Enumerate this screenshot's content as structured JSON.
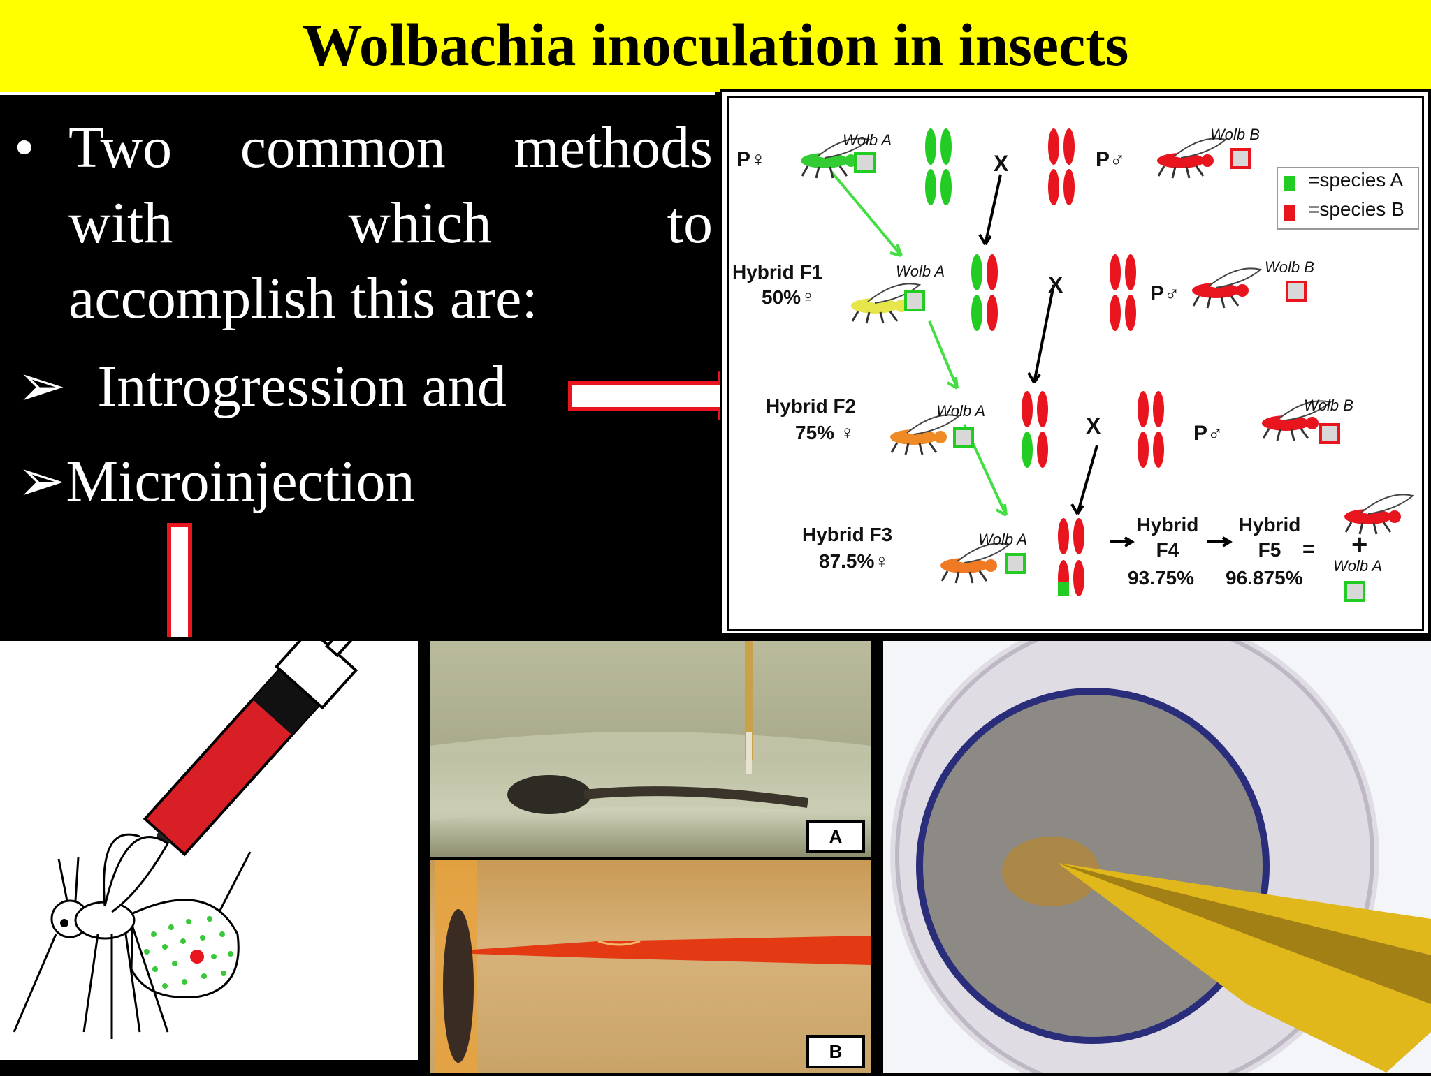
{
  "slide": {
    "title": "Wolbachia inoculation in insects",
    "bullets": {
      "p1_bullet": "•",
      "p1_line1_words": [
        "Two",
        "common",
        "methods"
      ],
      "p1_line2_words": [
        "with",
        "which",
        "to"
      ],
      "p1_line3": "accomplish this are:",
      "p2_marker": "➢",
      "p2_text": "Introgression and",
      "p3_marker": "➢",
      "p3_text": "Microinjection"
    }
  },
  "diagram": {
    "p_female": "P♀",
    "p_male": "P♂",
    "wolb_a": "Wolb A",
    "wolb_b": "Wolb B",
    "cross": "X",
    "legend": [
      "=species A",
      "=species B"
    ],
    "f1_label": "Hybrid F1",
    "f1_pct": "50%♀",
    "f2_label": "Hybrid F2",
    "f2_pct": "75% ♀",
    "f3_label": "Hybrid F3",
    "f3_pct": "87.5%♀",
    "f4_label1": "Hybrid",
    "f4_label2": "F4",
    "f4_pct": "93.75%",
    "f5_label1": "Hybrid",
    "f5_label2": "F5",
    "f5_pct": "96.875%",
    "equals": "=",
    "plus": "+",
    "colors": {
      "species_a": "#22cc22",
      "species_b": "#e8141e"
    }
  },
  "photos": {
    "label_a": "A",
    "label_b": "B"
  },
  "colors": {
    "title_bg": "#ffff00",
    "arrow_red": "#e8141e"
  }
}
